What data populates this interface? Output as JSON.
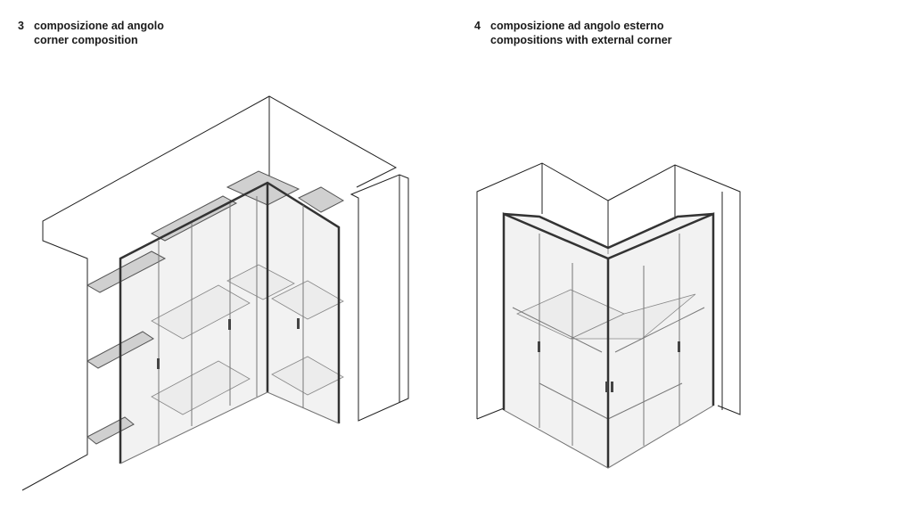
{
  "figures": [
    {
      "number": "3",
      "title_it": "composizione ad angolo",
      "title_en": "corner composition"
    },
    {
      "number": "4",
      "title_it": "composizione ad angolo esterno",
      "title_en": "compositions with external corner"
    }
  ]
}
